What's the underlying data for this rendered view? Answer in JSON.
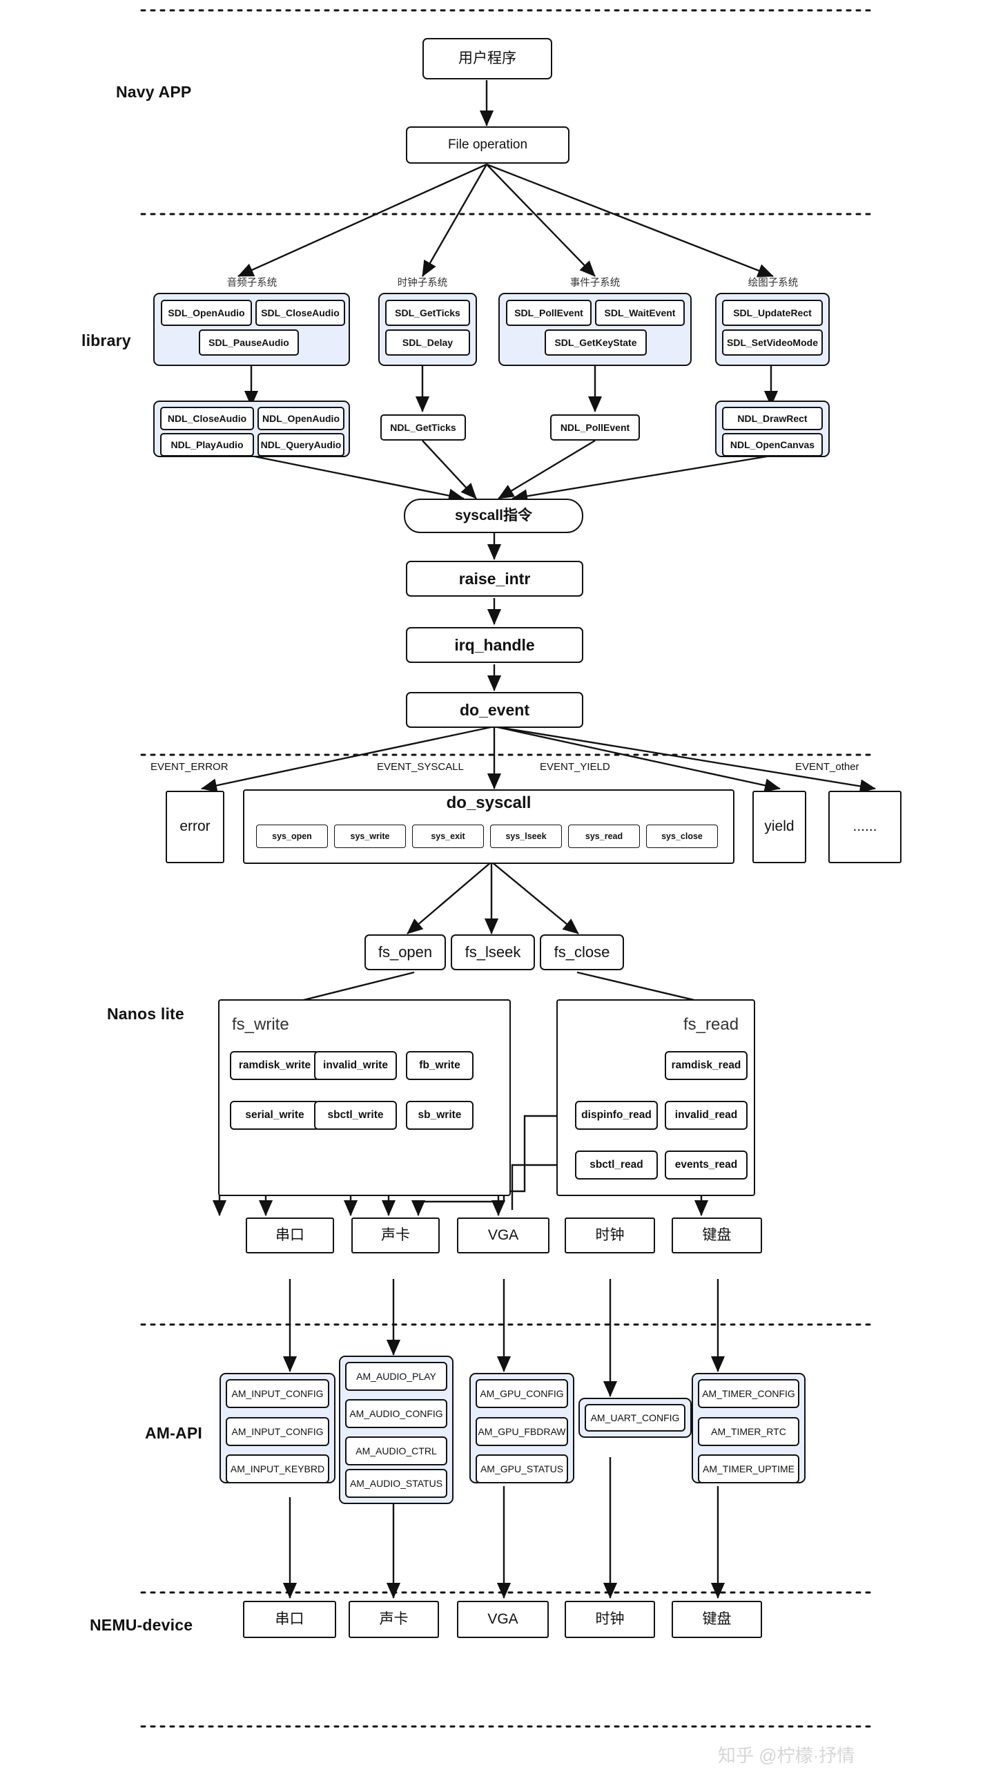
{
  "diagram": {
    "title": "Navy / Nanos-lite / AM / NEMU architecture",
    "watermark": "知乎 @柠檬·抒情",
    "colors": {
      "group_fill": "#e8eefb",
      "stroke": "#111111",
      "watermark": "#d6d6d6"
    }
  },
  "layers": [
    {
      "id": "navy-app",
      "label": "Navy APP"
    },
    {
      "id": "library",
      "label": "library"
    },
    {
      "id": "nanos-lite",
      "label": "Nanos lite"
    },
    {
      "id": "am-api",
      "label": "AM-API"
    },
    {
      "id": "nemu-device",
      "label": "NEMU-device"
    }
  ],
  "app": {
    "user_program": "用户程序",
    "file_operation": "File operation"
  },
  "subsystems": [
    {
      "caption": "音频子系统",
      "sdl": [
        "SDL_OpenAudio",
        "SDL_CloseAudio",
        "SDL_PauseAudio"
      ],
      "ndl": [
        "NDL_CloseAudio",
        "NDL_OpenAudio",
        "NDL_PlayAudio",
        "NDL_QueryAudio"
      ]
    },
    {
      "caption": "时钟子系统",
      "sdl": [
        "SDL_GetTicks",
        "SDL_Delay"
      ],
      "ndl": [
        "NDL_GetTicks"
      ]
    },
    {
      "caption": "事件子系统",
      "sdl": [
        "SDL_PollEvent",
        "SDL_WaitEvent",
        "SDL_GetKeyState"
      ],
      "ndl": [
        "NDL_PollEvent"
      ]
    },
    {
      "caption": "绘图子系统",
      "sdl": [
        "SDL_UpdateRect",
        "SDL_SetVideoMode"
      ],
      "ndl": [
        "NDL_DrawRect",
        "NDL_OpenCanvas"
      ]
    }
  ],
  "trap_chain": [
    "syscall指令",
    "raise_intr",
    "irq_handle",
    "do_event"
  ],
  "events": {
    "labels": [
      "EVENT_ERROR",
      "EVENT_SYSCALL",
      "EVENT_YIELD",
      "EVENT_other"
    ],
    "error": "error",
    "yield": "yield",
    "other": "......",
    "do_syscall": {
      "title": "do_syscall",
      "calls": [
        "sys_open",
        "sys_write",
        "sys_exit",
        "sys_lseek",
        "sys_read",
        "sys_close"
      ]
    }
  },
  "fs_simple": [
    "fs_open",
    "fs_lseek",
    "fs_close"
  ],
  "fs_write": {
    "title": "fs_write",
    "items": [
      "ramdisk_write",
      "invalid_write",
      "fb_write",
      "serial_write",
      "sbctl_write",
      "sb_write"
    ]
  },
  "fs_read": {
    "title": "fs_read",
    "items": [
      "ramdisk_read",
      "dispinfo_read",
      "invalid_read",
      "sbctl_read",
      "events_read"
    ]
  },
  "devices_nanos": [
    "串口",
    "声卡",
    "VGA",
    "时钟",
    "键盘"
  ],
  "am_groups": [
    {
      "name": "input",
      "items": [
        "AM_INPUT_CONFIG",
        "AM_INPUT_CONFIG",
        "AM_INPUT_KEYBRD"
      ]
    },
    {
      "name": "audio",
      "items": [
        "AM_AUDIO_PLAY",
        "AM_AUDIO_CONFIG",
        "AM_AUDIO_CTRL",
        "AM_AUDIO_STATUS"
      ]
    },
    {
      "name": "gpu",
      "items": [
        "AM_GPU_CONFIG",
        "AM_GPU_FBDRAW",
        "AM_GPU_STATUS"
      ]
    },
    {
      "name": "uart",
      "items": [
        "AM_UART_CONFIG"
      ]
    },
    {
      "name": "timer",
      "items": [
        "AM_TIMER_CONFIG",
        "AM_TIMER_RTC",
        "AM_TIMER_UPTIME"
      ]
    }
  ],
  "devices_nemu": [
    "串口",
    "声卡",
    "VGA",
    "时钟",
    "键盘"
  ]
}
